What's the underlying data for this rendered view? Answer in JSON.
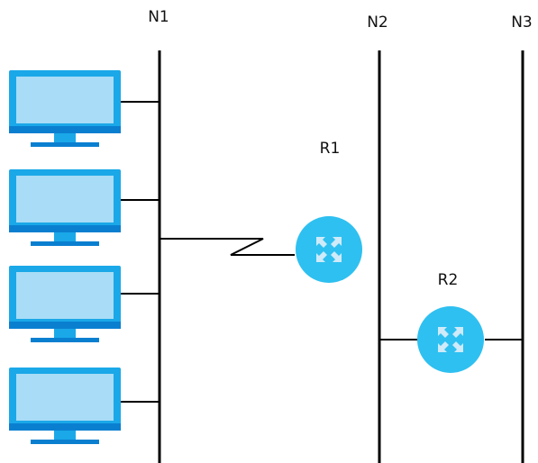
{
  "networks": [
    {
      "id": "n1",
      "label": "N1"
    },
    {
      "id": "n2",
      "label": "N2"
    },
    {
      "id": "n3",
      "label": "N3"
    }
  ],
  "routers": [
    {
      "id": "r1",
      "label": "R1",
      "icon": "router-icon"
    },
    {
      "id": "r2",
      "label": "R2",
      "icon": "router-icon"
    }
  ],
  "computers": [
    {
      "icon": "computer-monitor-icon",
      "network": "N1"
    },
    {
      "icon": "computer-monitor-icon",
      "network": "N1"
    },
    {
      "icon": "computer-monitor-icon",
      "network": "N1"
    },
    {
      "icon": "computer-monitor-icon",
      "network": "N1"
    }
  ],
  "links": [
    {
      "from": "N1",
      "to": "R1",
      "style": "serial-zigzag"
    },
    {
      "from": "N2",
      "to": "R2",
      "style": "ethernet"
    },
    {
      "from": "R2",
      "to": "N3",
      "style": "ethernet"
    }
  ],
  "colors": {
    "line": "#000000",
    "monitor_frame": "#1aa8e8",
    "monitor_screen": "#a8dcf7",
    "monitor_base": "#0a7fd0",
    "router_fill": "#2ec0f0",
    "router_arrows": "#cfeaf9"
  }
}
